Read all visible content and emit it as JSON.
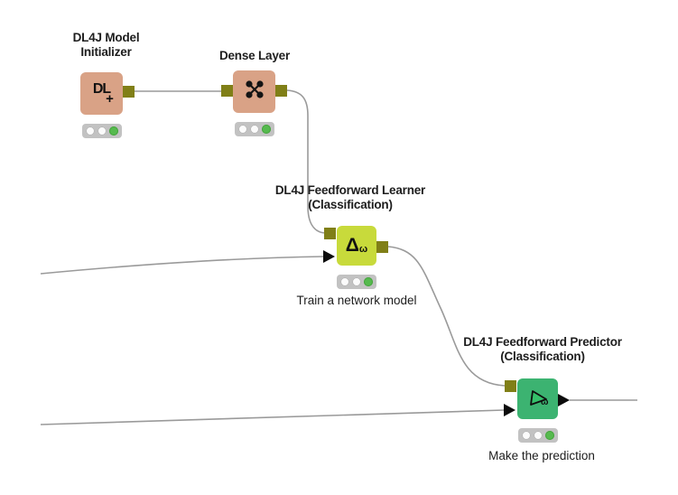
{
  "canvas": {
    "background": "#ffffff",
    "connection_color": "#9a9a9a",
    "port_color": "#807f17",
    "status_on_color": "#56ba4e",
    "status_off_color": "#fbfbfb"
  },
  "nodes": [
    {
      "name": "DL4J Model Initializer",
      "label_line1": "DL4J Model",
      "label_line2": "Initializer",
      "body_color": "#d9a286",
      "icon": "dl-plus-icon",
      "icon_text": "DL",
      "icon_accent": "+",
      "status": [
        "off",
        "off",
        "on"
      ]
    },
    {
      "name": "Dense Layer",
      "label_line1": "Dense Layer",
      "label_line2": "",
      "body_color": "#d9a286",
      "icon": "dense-network-icon",
      "status": [
        "off",
        "off",
        "on"
      ]
    },
    {
      "name": "DL4J Feedforward Learner (Classification)",
      "label_line1": "DL4J Feedforward Learner",
      "label_line2": "(Classification)",
      "caption": "Train a network model",
      "body_color": "#c8da3b",
      "icon": "delta-omega-icon",
      "icon_text": "Δ",
      "icon_accent": "ω",
      "status": [
        "off",
        "off",
        "on"
      ]
    },
    {
      "name": "DL4J Feedforward Predictor (Classification)",
      "label_line1": "DL4J Feedforward Predictor",
      "label_line2": "(Classification)",
      "caption": "Make the prediction",
      "body_color": "#3cb371",
      "icon": "predictor-play-omega-icon",
      "icon_accent": "ω",
      "status": [
        "off",
        "off",
        "on"
      ]
    }
  ]
}
